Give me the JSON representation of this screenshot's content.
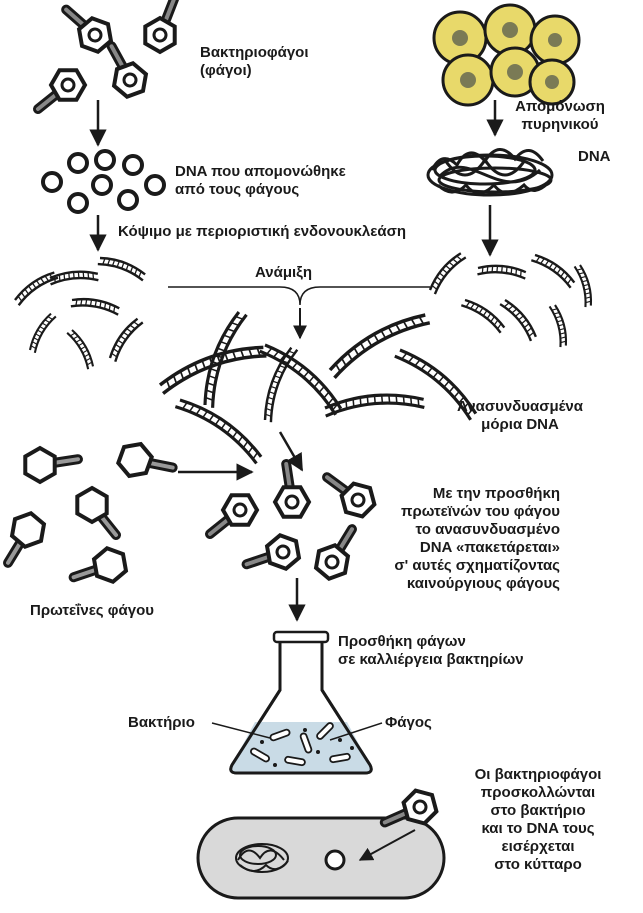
{
  "labels": {
    "phages": "Βακτηριοφάγοι",
    "phages_paren": "(φάγοι)",
    "phage_dna_1": "DNA που απομονώθηκε",
    "phage_dna_2": "από τους φάγους",
    "cutting": "Κόψιμο με περιοριστική ενδονουκλεάση",
    "isolation_1": "Απομόνωση",
    "isolation_2": "πυρηνικού",
    "nuclear_dna": "DNA",
    "mixing": "Ανάμιξη",
    "recombinant_1": "Ανασυνδυασμένα",
    "recombinant_2": "μόρια DNA",
    "packaging_1": "Με την προσθήκη",
    "packaging_2": "πρωτεϊνών του φάγου",
    "packaging_3": "το ανασυνδυασμένο",
    "packaging_4": "DNA «πακετάρεται»",
    "packaging_5": "σ' αυτές σχηματίζοντας",
    "packaging_6": "καινούργιους φάγους",
    "phage_proteins": "Πρωτεΐνες φάγου",
    "add_phages_1": "Προσθήκη φάγων",
    "add_phages_2": "σε καλλιέργεια βακτηρίων",
    "bacterium": "Βακτήριο",
    "phage": "Φάγος",
    "attach_1": "Οι βακτηριοφάγοι",
    "attach_2": "προσκολλώνται",
    "attach_3": "στο βακτήριο",
    "attach_4": "και το DNA τους",
    "attach_5": "εισέρχεται",
    "attach_6": "στο κύτταρο"
  },
  "colors": {
    "ink": "#1a1a1a",
    "cell_fill": "#e8d96a",
    "cell_nucleus": "#7a7a55",
    "flask_liquid": "#c9dbe6",
    "bacterium_fill": "#d9d9d9"
  }
}
